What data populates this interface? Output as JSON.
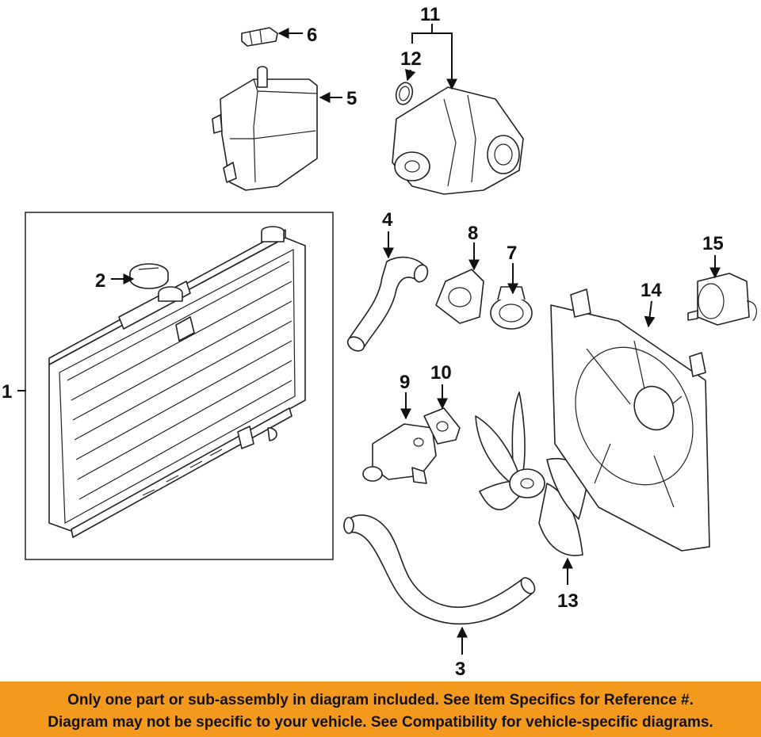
{
  "colors": {
    "banner_bg": "#f39a1e",
    "line": "#222222",
    "text": "#111111"
  },
  "callouts": [
    "1",
    "2",
    "3",
    "4",
    "5",
    "6",
    "7",
    "8",
    "9",
    "10",
    "11",
    "12",
    "13",
    "14",
    "15"
  ],
  "notice": {
    "line1": "Only one part or sub-assembly in diagram included. See Item Specifics for Reference #.",
    "line2": "Diagram may not be specific to your vehicle. See Compatibility for vehicle-specific diagrams."
  }
}
